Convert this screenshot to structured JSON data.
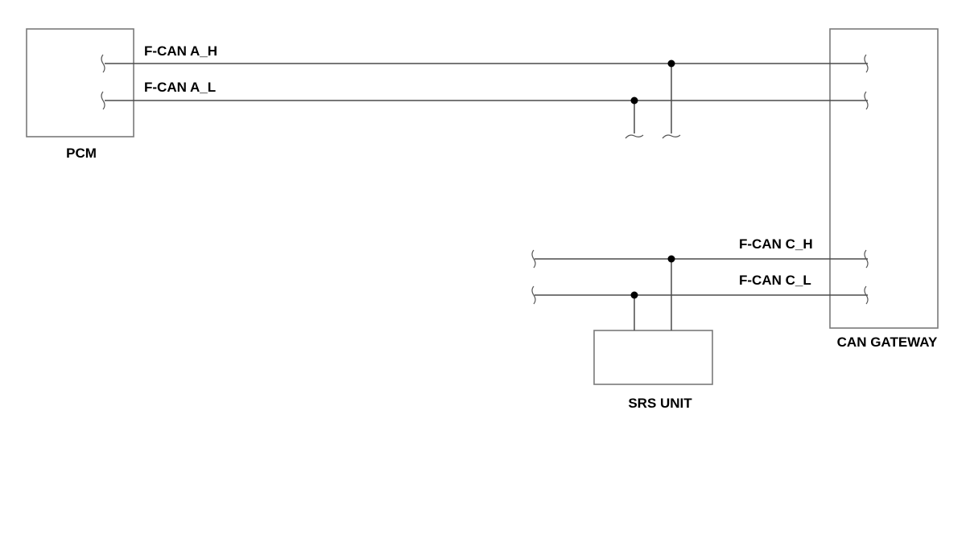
{
  "components": {
    "pcm": "PCM",
    "can_gateway": "CAN GATEWAY",
    "srs_unit": "SRS UNIT"
  },
  "buses": {
    "a_high": "F-CAN A_H",
    "a_low": "F-CAN A_L",
    "c_high": "F-CAN C_H",
    "c_low": "F-CAN C_L"
  },
  "colors": {
    "box_stroke": "#7a7a7a",
    "wire": "#4a4a4a",
    "junction": "#000000",
    "text": "#000000"
  }
}
